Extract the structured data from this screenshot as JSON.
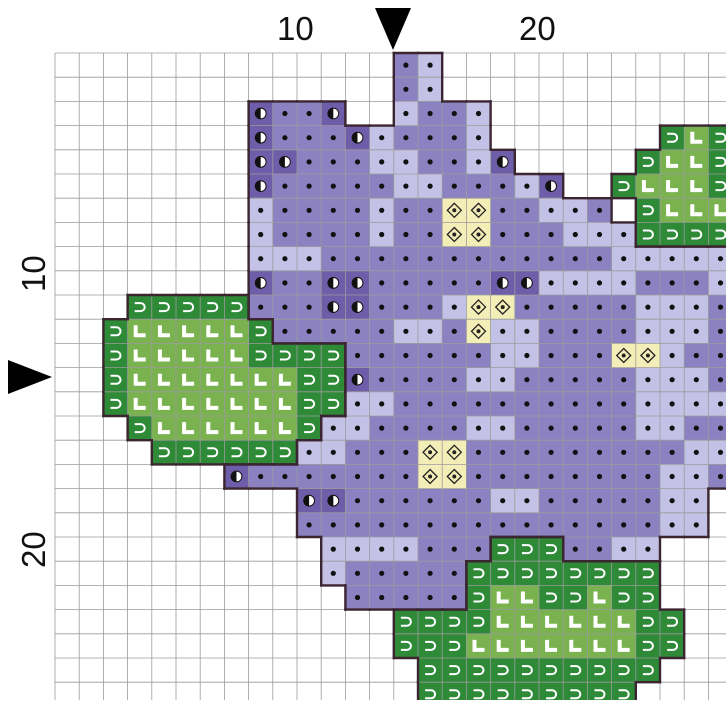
{
  "chart": {
    "col_label_10": "10",
    "col_label_20": "20",
    "row_label_10": "10",
    "row_label_20": "20"
  },
  "colors": {
    "violet_dark": "#6e5ea9",
    "violet_mid": "#8c82c2",
    "violet_light": "#c3c2e6",
    "leaf_dark": "#2f8a38",
    "leaf_light": "#79b24f",
    "flower_center": "#f3eeb8",
    "outline": "#3a2530",
    "grid": "#9b9b9b"
  },
  "legend_symbols": {
    "A": "violet_dark",
    "B": "violet_mid",
    "C": "violet_light",
    "G": "leaf_dark",
    "L": "leaf_light",
    "Y": "flower_center"
  }
}
